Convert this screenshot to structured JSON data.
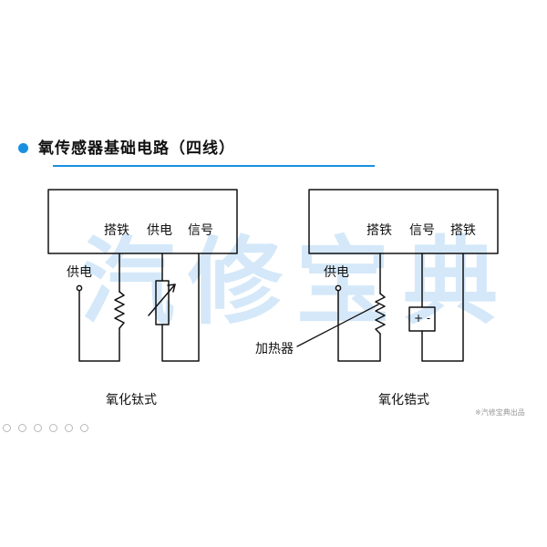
{
  "header": {
    "title": "氧传感器基础电路（四线）"
  },
  "watermark": "汽修宝典",
  "left_circuit": {
    "pins": [
      "搭铁",
      "供电",
      "信号"
    ],
    "supply_label": "供电",
    "caption": "氧化钛式"
  },
  "right_circuit": {
    "pins": [
      "搭铁",
      "信号",
      "搭铁"
    ],
    "supply_label": "供电",
    "heater_label": "加热器",
    "signal_source": "+ -",
    "caption": "氧化锆式"
  },
  "footer": {
    "source": "※汽修宝典出品"
  },
  "colors": {
    "accent": "#1a8fe0",
    "watermark": "#cde5f8",
    "line": "#111111"
  }
}
